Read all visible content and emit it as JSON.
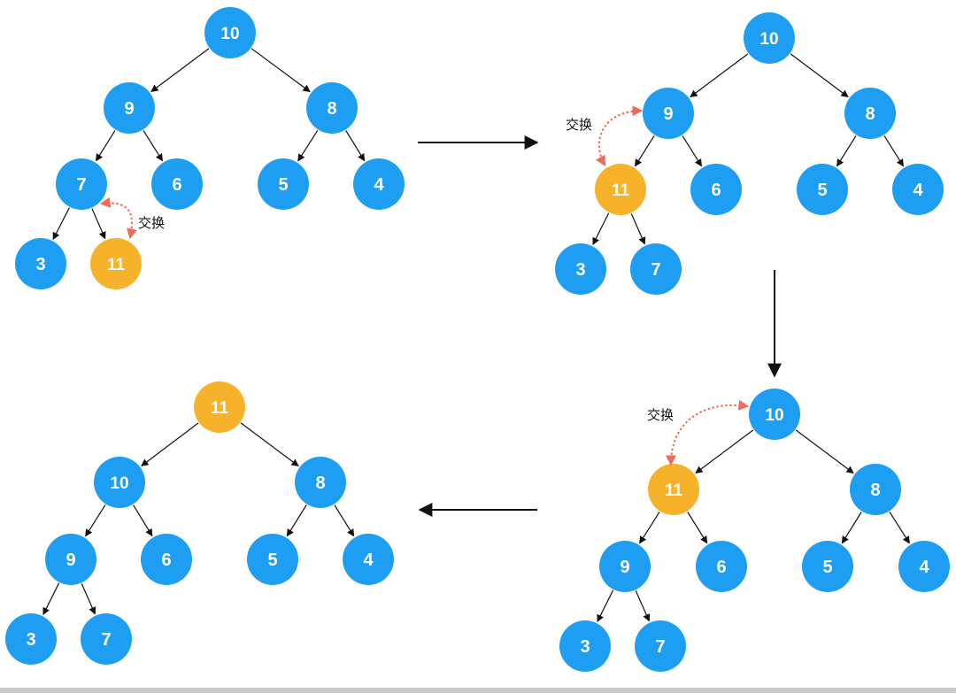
{
  "colors": {
    "node_fill": "#1e9ef2",
    "highlight_fill": "#f6b22b",
    "edge": "#111111",
    "swap_arrow": "#ef6b5b",
    "flow_arrow": "#111111"
  },
  "swap_label": "交换",
  "trees": [
    {
      "id": "tree-step-1",
      "nodes": [
        {
          "id": "n10",
          "value": "10",
          "highlight": false
        },
        {
          "id": "n9",
          "value": "9",
          "highlight": false
        },
        {
          "id": "n8",
          "value": "8",
          "highlight": false
        },
        {
          "id": "n7",
          "value": "7",
          "highlight": false
        },
        {
          "id": "n6",
          "value": "6",
          "highlight": false
        },
        {
          "id": "n5",
          "value": "5",
          "highlight": false
        },
        {
          "id": "n4",
          "value": "4",
          "highlight": false
        },
        {
          "id": "n3",
          "value": "3",
          "highlight": false
        },
        {
          "id": "n11",
          "value": "11",
          "highlight": true
        }
      ],
      "edges": [
        [
          "n10",
          "n9"
        ],
        [
          "n10",
          "n8"
        ],
        [
          "n9",
          "n7"
        ],
        [
          "n9",
          "n6"
        ],
        [
          "n8",
          "n5"
        ],
        [
          "n8",
          "n4"
        ],
        [
          "n7",
          "n3"
        ],
        [
          "n7",
          "n11"
        ]
      ],
      "swap": [
        "n11",
        "n7"
      ]
    },
    {
      "id": "tree-step-2",
      "nodes": [
        {
          "id": "n10",
          "value": "10",
          "highlight": false
        },
        {
          "id": "n9",
          "value": "9",
          "highlight": false
        },
        {
          "id": "n8",
          "value": "8",
          "highlight": false
        },
        {
          "id": "n11",
          "value": "11",
          "highlight": true
        },
        {
          "id": "n6",
          "value": "6",
          "highlight": false
        },
        {
          "id": "n5",
          "value": "5",
          "highlight": false
        },
        {
          "id": "n4",
          "value": "4",
          "highlight": false
        },
        {
          "id": "n3",
          "value": "3",
          "highlight": false
        },
        {
          "id": "n7",
          "value": "7",
          "highlight": false
        }
      ],
      "edges": [
        [
          "n10",
          "n9"
        ],
        [
          "n10",
          "n8"
        ],
        [
          "n9",
          "n11"
        ],
        [
          "n9",
          "n6"
        ],
        [
          "n8",
          "n5"
        ],
        [
          "n8",
          "n4"
        ],
        [
          "n11",
          "n3"
        ],
        [
          "n11",
          "n7"
        ]
      ],
      "swap": [
        "n11",
        "n9"
      ]
    },
    {
      "id": "tree-step-3",
      "nodes": [
        {
          "id": "n10",
          "value": "10",
          "highlight": false
        },
        {
          "id": "n11",
          "value": "11",
          "highlight": true
        },
        {
          "id": "n8",
          "value": "8",
          "highlight": false
        },
        {
          "id": "n9",
          "value": "9",
          "highlight": false
        },
        {
          "id": "n6",
          "value": "6",
          "highlight": false
        },
        {
          "id": "n5",
          "value": "5",
          "highlight": false
        },
        {
          "id": "n4",
          "value": "4",
          "highlight": false
        },
        {
          "id": "n3",
          "value": "3",
          "highlight": false
        },
        {
          "id": "n7",
          "value": "7",
          "highlight": false
        }
      ],
      "edges": [
        [
          "n10",
          "n11"
        ],
        [
          "n10",
          "n8"
        ],
        [
          "n11",
          "n9"
        ],
        [
          "n11",
          "n6"
        ],
        [
          "n8",
          "n5"
        ],
        [
          "n8",
          "n4"
        ],
        [
          "n9",
          "n3"
        ],
        [
          "n9",
          "n7"
        ]
      ],
      "swap": [
        "n11",
        "n10"
      ]
    },
    {
      "id": "tree-step-4",
      "nodes": [
        {
          "id": "n11",
          "value": "11",
          "highlight": true
        },
        {
          "id": "n10",
          "value": "10",
          "highlight": false
        },
        {
          "id": "n8",
          "value": "8",
          "highlight": false
        },
        {
          "id": "n9",
          "value": "9",
          "highlight": false
        },
        {
          "id": "n6",
          "value": "6",
          "highlight": false
        },
        {
          "id": "n5",
          "value": "5",
          "highlight": false
        },
        {
          "id": "n4",
          "value": "4",
          "highlight": false
        },
        {
          "id": "n3",
          "value": "3",
          "highlight": false
        },
        {
          "id": "n7",
          "value": "7",
          "highlight": false
        }
      ],
      "edges": [
        [
          "n11",
          "n10"
        ],
        [
          "n11",
          "n8"
        ],
        [
          "n10",
          "n9"
        ],
        [
          "n10",
          "n6"
        ],
        [
          "n8",
          "n5"
        ],
        [
          "n8",
          "n4"
        ],
        [
          "n9",
          "n3"
        ],
        [
          "n9",
          "n7"
        ]
      ],
      "swap": null
    }
  ],
  "flow": [
    [
      "tree-step-1",
      "tree-step-2"
    ],
    [
      "tree-step-2",
      "tree-step-3"
    ],
    [
      "tree-step-3",
      "tree-step-4"
    ]
  ]
}
